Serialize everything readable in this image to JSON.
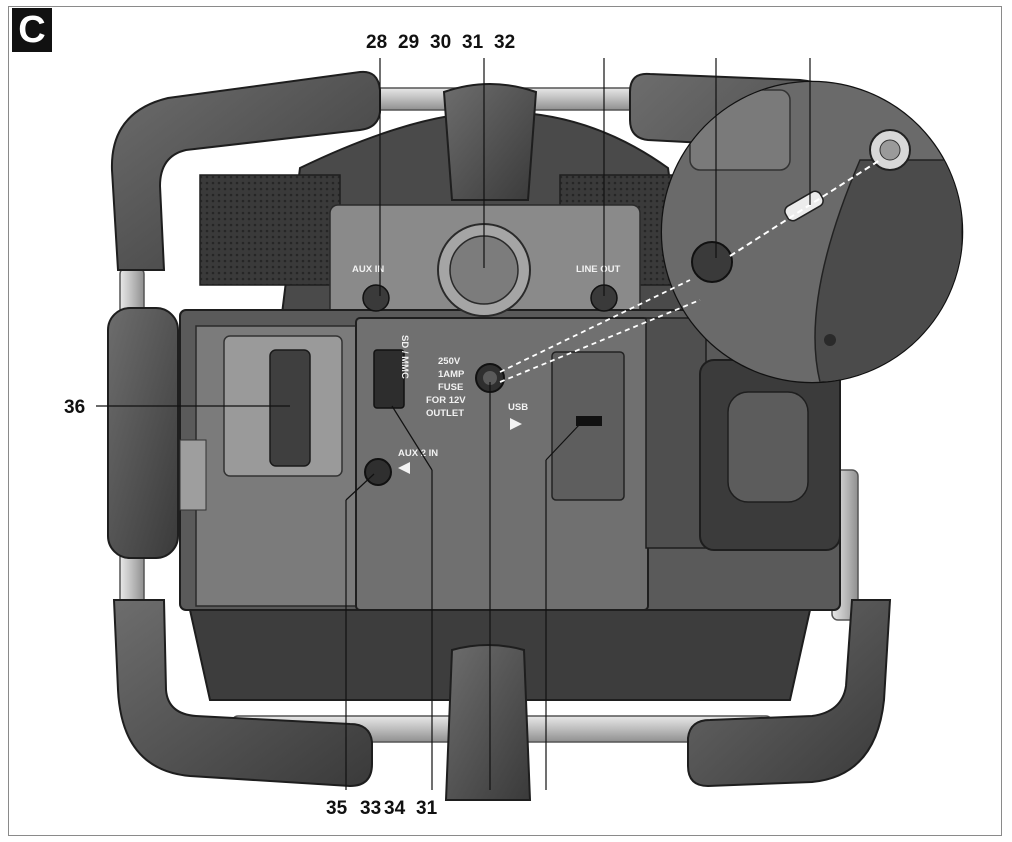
{
  "figure_label": "C",
  "callouts_top": [
    "28",
    "29",
    "30",
    "31",
    "32"
  ],
  "callouts_bottom": [
    "35",
    "33",
    "34",
    "31"
  ],
  "callout_left": "36",
  "panel_labels": {
    "aux_in": "AUX IN",
    "line_out": "LINE OUT",
    "card_slot": "SD / MMC",
    "fuse_line1": "250V",
    "fuse_line2": "1AMP",
    "fuse_line3": "FUSE",
    "fuse_line4": "FOR 12V",
    "fuse_line5": "OUTLET",
    "usb": "USB",
    "aux2_in": "AUX 2 IN"
  },
  "colors": {
    "frame_grey": "#5b5b5b",
    "body_dark": "#3c3c3c",
    "panel_grey": "#707070",
    "rail_silver": "#c8c8c8",
    "line_black": "#111111"
  }
}
